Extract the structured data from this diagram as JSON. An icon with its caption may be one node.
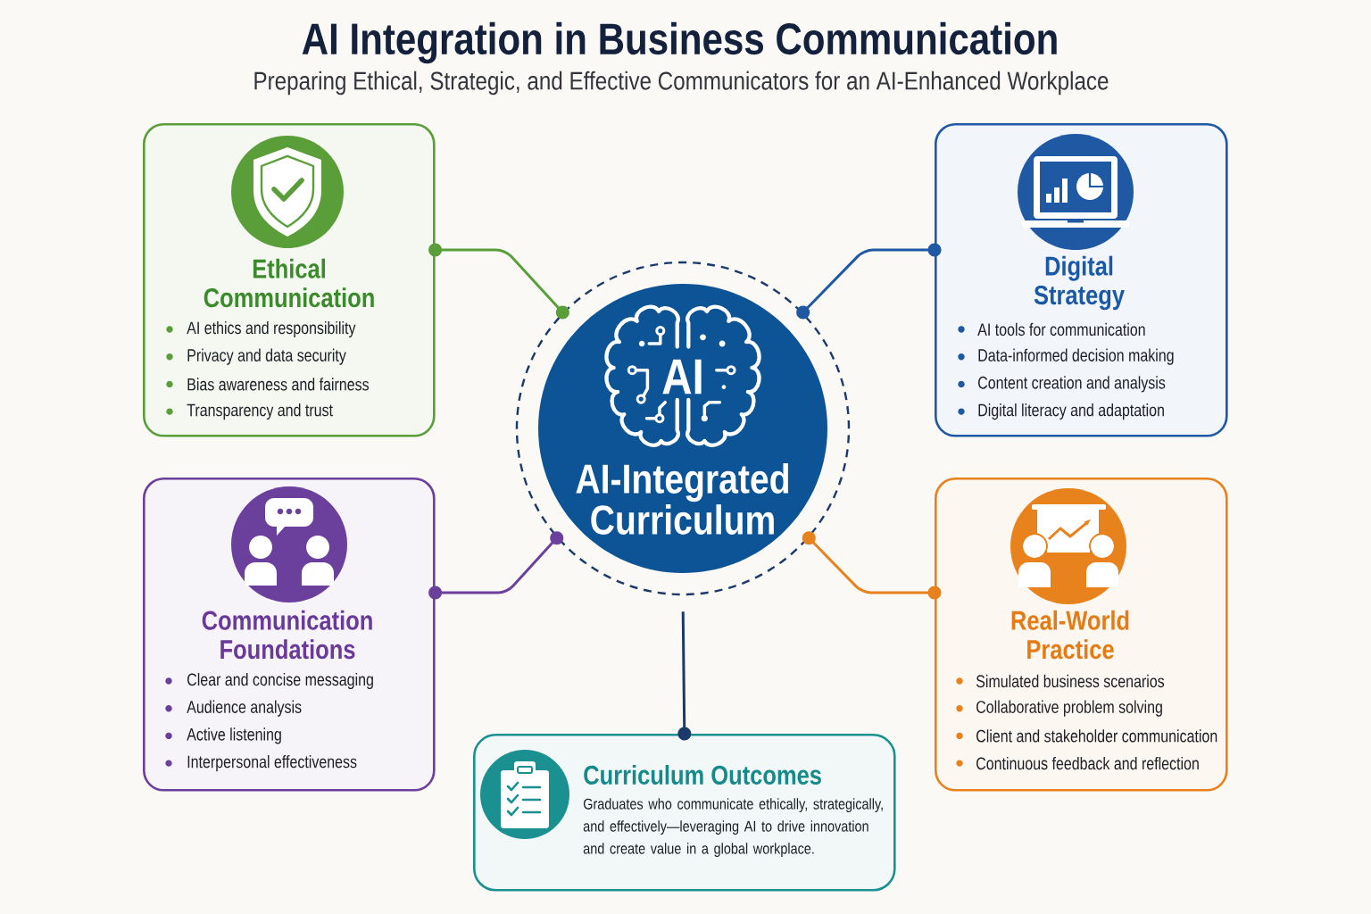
{
  "diagram": {
    "title": "AI Integration in Business Communication",
    "nodes": [
      {
        "text": [
          "Ethical Communication",
          "AI ethics and responsibility",
          "Privacy and data security",
          "Bias awareness and fairness",
          "Transparency and trust"
        ]
      },
      {
        "text": [
          "Digital Strategy",
          "AI tools for communication",
          "Data-informed decision making",
          "Content creation and analysis",
          "Digital literacy and adaptation"
        ]
      },
      {
        "text": [
          "AI",
          "AI-Integrated Curriculum"
        ]
      },
      {
        "text": [
          "Communication Foundations",
          "Clear and concise messaging",
          "Audience analysis",
          "Active listening",
          "Interpersonal effectiveness"
        ]
      },
      {
        "text": [
          "Real-World Practice",
          "Simulated business scenarios",
          "Collaborative problem solving",
          "Client and stakeholder communication",
          "Continuous feedback and reflection"
        ]
      },
      {
        "text": [
          "Curriculum Outcomes",
          "Graduates who communicate ethically, strategically, and effectively—leveraging AI to drive innovation and create value in a global workplace."
        ]
      }
    ],
    "edges": [
      {
        "from": 2,
        "to": 0,
        "arrow": "other",
        "color": "#5a9e3a"
      },
      {
        "from": 2,
        "to": 1,
        "arrow": "other",
        "color": "#1f58a3"
      },
      {
        "from": 2,
        "to": 3,
        "arrow": "other",
        "color": "#6b3f9c"
      },
      {
        "from": 2,
        "to": 4,
        "arrow": "other",
        "color": "#e8821c"
      },
      {
        "from": 2,
        "to": 5,
        "arrow": "other",
        "color": "#1b3a6b"
      }
    ],
    "labels": [
      "Preparing Ethical, Strategic, and Effective Communicators for an AI-Enhanced Workplace"
    ]
  }
}
